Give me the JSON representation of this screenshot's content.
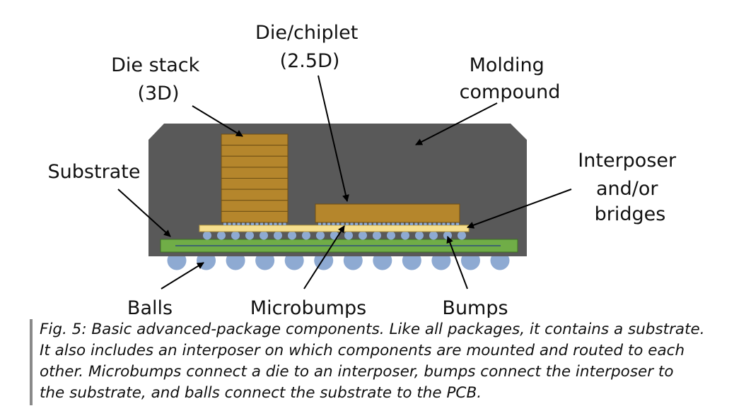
{
  "labels": {
    "die_stack": [
      "Die stack",
      "(3D)"
    ],
    "die_chiplet": [
      "Die/chiplet",
      "(2.5D)"
    ],
    "molding": [
      "Molding",
      "compound"
    ],
    "interposer": [
      "Interposer",
      "and/or",
      "bridges"
    ],
    "substrate": "Substrate",
    "balls": "Balls",
    "microbumps": "Microbumps",
    "bumps": "Bumps"
  },
  "caption": {
    "lines": [
      "Fig. 5: Basic advanced-package components. Like all packages, it contains a substrate.",
      "It also includes an interposer on which components are mounted and routed to each",
      "other. Microbumps connect a die to an interposer, bumps connect the interposer to",
      "the substrate, and balls connect the substrate to the PCB."
    ]
  },
  "colors": {
    "molding": "#595959",
    "die": "#b5862c",
    "die_line": "#6e4f14",
    "interposer": "#f6df8e",
    "substrate": "#70ad47",
    "bump": "#8eaad2",
    "arrow": "#000000"
  },
  "counts": {
    "die_stack_layers": 8,
    "bumps": 19,
    "balls": 12
  }
}
